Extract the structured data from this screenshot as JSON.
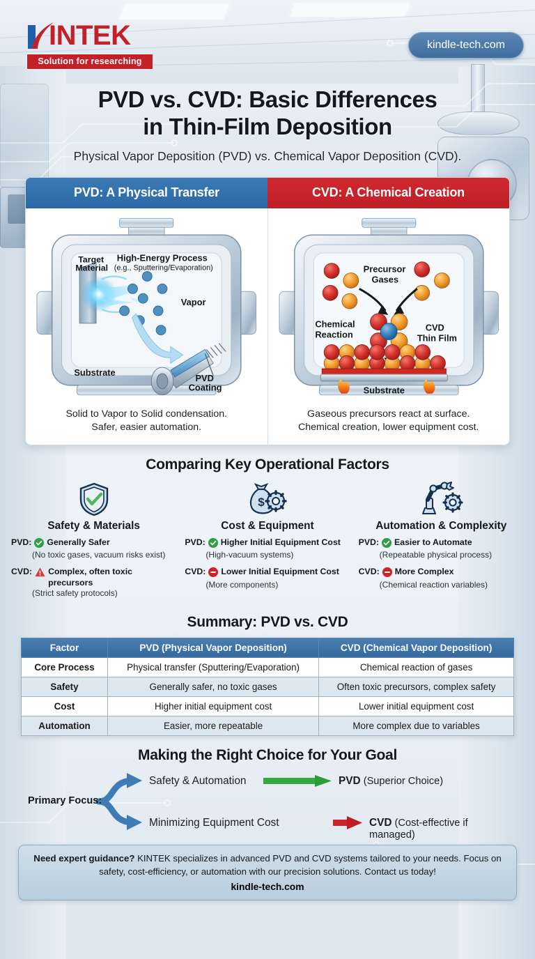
{
  "brand": {
    "logo_text": "KINTEK",
    "logo_k": "K",
    "logo_rest": "INTEK",
    "tagline": "Solution for researching",
    "url_badge": "kindle-tech.com",
    "colors": {
      "red": "#c32027",
      "blue": "#1f5fa8",
      "panel_blue": "#2b68a4",
      "panel_red": "#bf1f25",
      "table_header": "#35699e"
    }
  },
  "header": {
    "title_line1": "PVD vs. CVD: Basic Differences",
    "title_line2": "in Thin-Film Deposition",
    "subtitle": "Physical Vapor Deposition (PVD) vs. Chemical Vapor Deposition (CVD)."
  },
  "comparison": {
    "pvd": {
      "header": "PVD: A Physical Transfer",
      "labels": {
        "target": "Target",
        "target2": "Material",
        "process": "High-Energy Process",
        "process_sub": "(e.g., Sputtering/Evaporation)",
        "vapor": "Vapor",
        "substrate": "Substrate",
        "coating": "PVD",
        "coating2": "Coating"
      },
      "caption_line1": "Solid to Vapor to Solid condensation.",
      "caption_line2": "Safer, easier automation."
    },
    "cvd": {
      "header": "CVD: A Chemical Creation",
      "labels": {
        "precursor": "Precursor",
        "precursor2": "Gases",
        "reaction": "Chemical",
        "reaction2": "Reaction",
        "film": "CVD",
        "film2": "Thin Film",
        "substrate": "Substrate"
      },
      "caption_line1": "Gaseous precursors react at surface.",
      "caption_line2": "Chemical creation, lower equipment cost."
    }
  },
  "factors_section": {
    "heading": "Comparing Key Operational Factors",
    "items": [
      {
        "icon": "shield-check-icon",
        "title": "Safety & Materials",
        "pvd_label": "PVD:",
        "pvd_mark": "check-circle-icon",
        "pvd_value": "Generally Safer",
        "pvd_note": "(No toxic gases, vacuum risks exist)",
        "cvd_label": "CVD:",
        "cvd_mark": "warning-triangle-icon",
        "cvd_value": "Complex, often toxic precursors",
        "cvd_note": "(Strict safety protocols)"
      },
      {
        "icon": "money-bag-gear-icon",
        "title": "Cost & Equipment",
        "pvd_label": "PVD:",
        "pvd_mark": "check-circle-icon",
        "pvd_value": "Higher Initial Equipment Cost",
        "pvd_note": "(High-vacuum systems)",
        "cvd_label": "CVD:",
        "cvd_mark": "minus-circle-icon",
        "cvd_value": "Lower Initial Equipment Cost",
        "cvd_note": "(More components)"
      },
      {
        "icon": "robot-arm-gear-icon",
        "title": "Automation & Complexity",
        "pvd_label": "PVD:",
        "pvd_mark": "check-circle-icon",
        "pvd_value": "Easier to Automate",
        "pvd_note": "(Repeatable physical process)",
        "cvd_label": "CVD:",
        "cvd_mark": "minus-circle-icon",
        "cvd_value": "More Complex",
        "cvd_note": "(Chemical reaction variables)"
      }
    ]
  },
  "summary": {
    "heading": "Summary: PVD vs. CVD",
    "columns": [
      "Factor",
      "PVD (Physical Vapor Deposition)",
      "CVD (Chemical Vapor Deposition)"
    ],
    "rows": [
      {
        "factor": "Core Process",
        "pvd": "Physical transfer (Sputtering/Evaporation)",
        "cvd": "Chemical reaction of gases"
      },
      {
        "factor": "Safety",
        "pvd": "Generally safer, no toxic gases",
        "cvd": "Often toxic precursors, complex safety"
      },
      {
        "factor": "Cost",
        "pvd": "Higher initial equipment cost",
        "cvd": "Lower initial equipment cost"
      },
      {
        "factor": "Automation",
        "pvd": "Easier, more repeatable",
        "cvd": "More complex due to variables"
      }
    ]
  },
  "choice": {
    "heading": "Making the Right Choice for Your Goal",
    "primary_focus_label": "Primary Focus:",
    "branches": [
      {
        "option": "Safety & Automation",
        "arrow_color": "#35a83f",
        "result_bold": "PVD",
        "result_rest": " (Superior Choice)"
      },
      {
        "option": "Minimizing Equipment Cost",
        "arrow_color": "#cc2229",
        "result_bold": "CVD",
        "result_rest": " (Cost-effective if managed)"
      }
    ]
  },
  "cta": {
    "lead": "Need expert guidance?",
    "body": " KINTEK specializes in advanced PVD and CVD systems tailored to your needs. Focus on safety, cost-efficiency, or automation with our precision solutions. Contact us today!",
    "site": "kindle-tech.com"
  }
}
